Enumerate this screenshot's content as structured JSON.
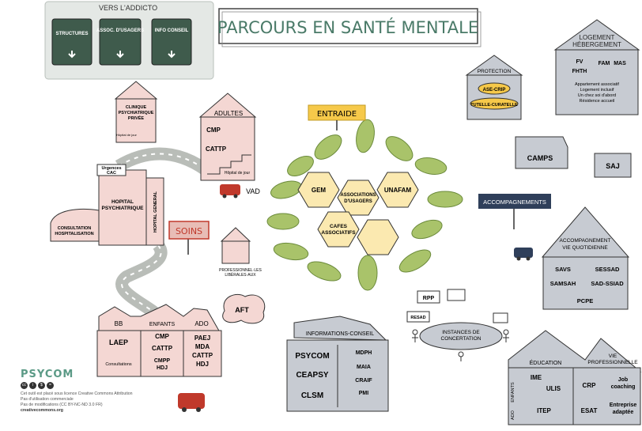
{
  "title": "PARCOURS EN SANTÉ MENTALE",
  "addicto": {
    "heading": "VERS L'ADDICTO",
    "boxes": [
      "STRUCTURES",
      "ASSOC. D'USAGERS",
      "INFO CONSEIL"
    ]
  },
  "clinique": {
    "name": "CLINIQUE PSYCHIATRIQUE PRIVÉE",
    "sub": "Hôpital de jour"
  },
  "adultes": {
    "heading": "ADULTES",
    "items": [
      "CMP",
      "CATTP"
    ],
    "sub": "Hôpital de jour"
  },
  "urgences": "Urgences CAC",
  "hopital_psy": "HOPITAL PSYCHIATRIQUE",
  "hopital_general": "HOPITAL GENERAL",
  "consultation": "CONSULTATION HOSPITALISATION",
  "vad": "VAD",
  "soins": "SOINS",
  "liberaux": "PROFESSIONNEL·LES LIBÉRALES·AUX",
  "entraide": "ENTRAIDE",
  "hexagons": [
    "GEM",
    "ASSOCIATIONS D'USAGERS",
    "UNAFAM",
    "CAFES ASSOCIATIFS"
  ],
  "aft": "AFT",
  "enfants_house": {
    "bb": "BB",
    "enfants": "ENFANTS",
    "ado": "ADO",
    "laep": "LAEP",
    "consultations": "Consultations",
    "enfants_items": [
      "CMP",
      "CATTP",
      "CMPP HDJ"
    ],
    "ado_items": [
      "PAEJ",
      "MDA",
      "CATTP",
      "HDJ"
    ]
  },
  "informations": {
    "heading": "INFORMATIONS-CONSEIL",
    "left": [
      "PSYCOM",
      "CEAPSY",
      "CLSM"
    ],
    "right": [
      "MDPH",
      "MAIA",
      "CRAIF",
      "PMI"
    ]
  },
  "instances": {
    "label": "INSTANCES DE CONCERTATION",
    "rpp": "RPP",
    "resad": "RESAD"
  },
  "protection": {
    "heading": "PROTECTION",
    "items": [
      "ASE-CRIP",
      "TUTELLE-CURATELLE"
    ]
  },
  "logement": {
    "heading": "LOGEMENT HÉBERGEMENT",
    "fv": "FV",
    "fhth": "FHTH",
    "fam": "FAM",
    "mas": "MAS",
    "lines": [
      "Appartement associatif",
      "Logement inclusif",
      "Un chez soi d'abord",
      "Résidence accueil"
    ]
  },
  "camps": "CAMPS",
  "saj": "SAJ",
  "accompagnements": "ACCOMPAGNEMENTS",
  "vie_quotidienne": {
    "heading": "ACCOMPAGNEMENT VIE QUOTIDIENNE",
    "items": [
      "SAVS",
      "SESSAD",
      "SAMSAH",
      "SAD-SSIAD",
      "PCPE"
    ]
  },
  "education_vie_pro": {
    "education": "ÉDUCATION",
    "vie_pro": "VIE PROFESSIONNELLE",
    "enfants": "ENFANTS",
    "ado": "ADO",
    "ime": "IME",
    "ulis": "ULIS",
    "itep": "ITEP",
    "crp": "CRP",
    "esat": "ESAT",
    "job": "Job coaching",
    "entreprise": "Entreprise adaptée"
  },
  "footer": {
    "brand": "PSYCOM",
    "license_lines": [
      "Cet outil est placé sous licence Creative Commons Attribution",
      "Pas d'utilisation commerciale",
      "Pas de modifications (CC BY-NC-ND 3.0 FR)"
    ],
    "site": "creativecommons.org"
  },
  "colors": {
    "pink": "#f4d7d3",
    "pinkDark": "#e8bdb6",
    "grey": "#c7cbd2",
    "greyDark": "#a9afb8",
    "green": "#4f6f5e",
    "yellow": "#f6c94a",
    "leaf": "#a9c36a",
    "navy": "#2f3f5a",
    "red": "#c0392b",
    "teal": "#5b9a86"
  }
}
